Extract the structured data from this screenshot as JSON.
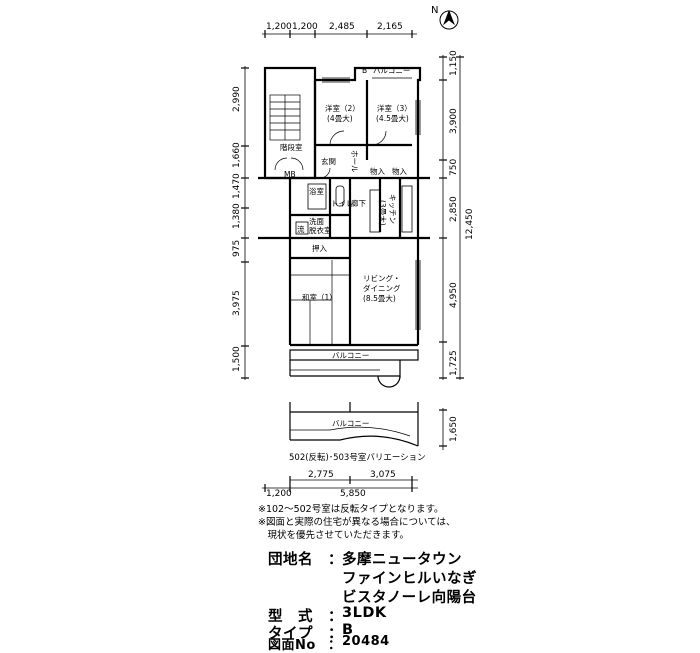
{
  "dims": {
    "top": [
      "1,200",
      "1,200",
      "2,485",
      "2,165"
    ],
    "left": [
      "2,990",
      "1,660",
      "1,470",
      "1,380",
      "975",
      "3,975",
      "1,500"
    ],
    "right": [
      "1,150",
      "3,900",
      "750",
      "2,850",
      "4,950",
      "1,725"
    ],
    "right_total": "12,450",
    "variation_right": "1,650",
    "bottom_row1": [
      "2,775",
      "3,075"
    ],
    "bottom_row2": [
      "1,200",
      "5,850"
    ]
  },
  "rooms": {
    "western2_name": "洋室（2）",
    "western2_size": "(4畳大)",
    "western3_name": "洋室（3）",
    "western3_size": "(4.5畳大)",
    "stairs": "階段室",
    "mb": "MB",
    "entrance": "玄関",
    "hall": "ホール",
    "storage1": "物入",
    "storage2": "物入",
    "bath": "浴室",
    "toilet": "トイレ",
    "corridor": "廊下",
    "kitchen": "キッチン",
    "kitchen_size": "(3畳大)",
    "sink": "流",
    "washroom1": "洗面",
    "washroom2": "脱衣室",
    "oshiire": "押入",
    "japanese": "和室（1）",
    "living1": "リビング・",
    "living2": "ダイニング",
    "living_size": "(8.5畳大)",
    "balcony_top": "バルコニー",
    "balcony_bottom": "バルコニー",
    "balcony_variation": "バルコニー",
    "b_mark": "B"
  },
  "variation_caption": "502(反転)･503号室バリエーション",
  "notes": [
    "※102～502号室は反転タイプとなります。",
    "※図面と実際の住宅が異なる場合については、",
    "　現状を優先させていただきます。"
  ],
  "info": {
    "danchi_label": "団地名",
    "danchi_name": [
      "多摩ニュータウン",
      "ファインヒルいなぎ",
      "ビスタノーレ向陽台"
    ],
    "type_label": "型　式",
    "type_value": "3LDK",
    "taipu_label": "タイプ",
    "taipu_value": "B",
    "drawing_label": "図面No",
    "drawing_value": "20484"
  },
  "compass": "N"
}
